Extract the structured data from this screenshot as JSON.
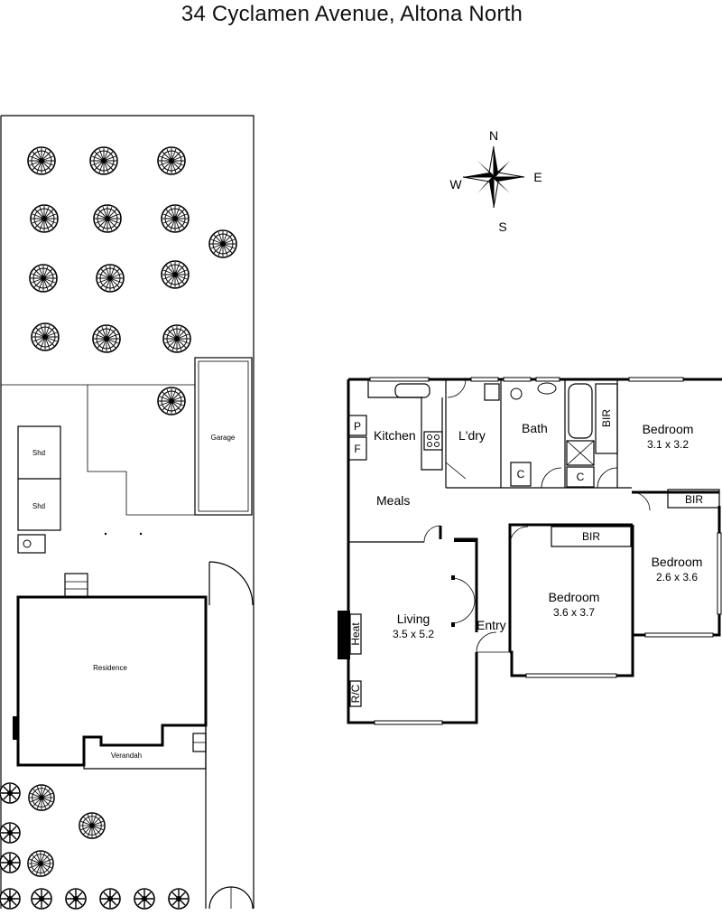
{
  "title": "34 Cyclamen Avenue, Altona North",
  "compass": {
    "n": "N",
    "s": "S",
    "e": "E",
    "w": "W"
  },
  "site": {
    "shed1": "Shd",
    "shed2": "Shd",
    "garage": "Garage",
    "residence": "Residence",
    "verandah": "Verandah"
  },
  "rooms": {
    "kitchen": "Kitchen",
    "pantry": "P",
    "fridge": "F",
    "laundry": "L'dry",
    "bath": "Bath",
    "bir_bath": "BIR",
    "bedroom1": "Bedroom",
    "bedroom1_dim": "3.1 x 3.2",
    "bir_bed2": "BIR",
    "bedroom2": "Bedroom",
    "bedroom2_dim": "2.6 x 3.6",
    "bir_bed3": "BIR",
    "bedroom3": "Bedroom",
    "bedroom3_dim": "3.6 x 3.7",
    "meals": "Meals",
    "living": "Living",
    "living_dim": "3.5 x 5.2",
    "heat": "Heat",
    "rc": "R/C",
    "entry": "Entry",
    "cupboard1": "C",
    "cupboard2": "C"
  },
  "colors": {
    "line": "#000000",
    "background": "#ffffff"
  }
}
